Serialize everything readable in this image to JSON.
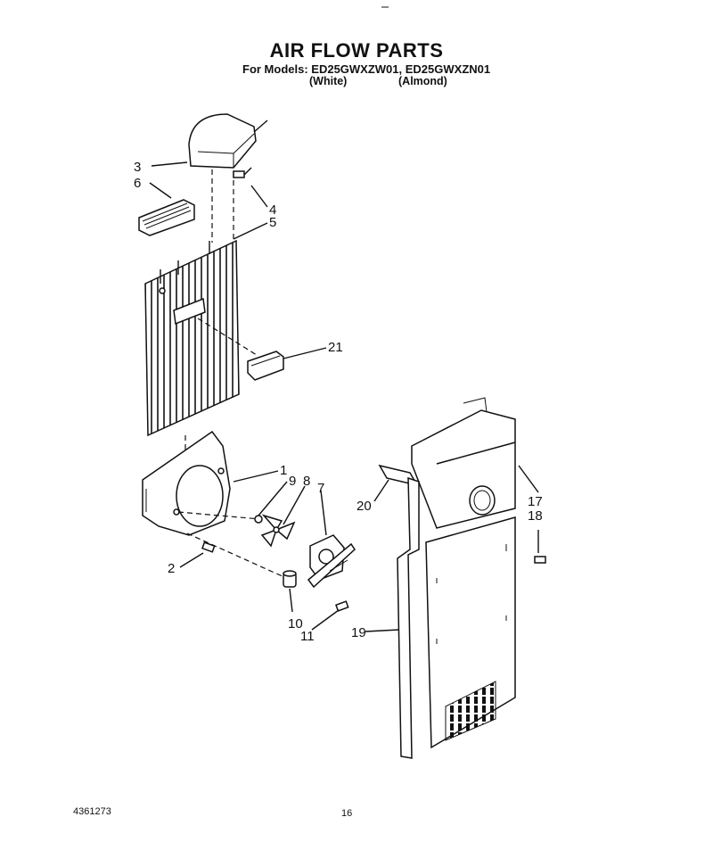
{
  "header": {
    "title": "AIR FLOW PARTS",
    "models_line": "For Models: ED25GWXZW01, ED25GWXZN01",
    "variant_white": "(White)",
    "variant_almond": "(Almond)"
  },
  "callouts": {
    "c1": "1",
    "c2": "2",
    "c3": "3",
    "c4": "4",
    "c5": "5",
    "c6": "6",
    "c7": "7",
    "c8": "8",
    "c9": "9",
    "c10": "10",
    "c11": "11",
    "c17": "17",
    "c18": "18",
    "c19": "19",
    "c20": "20",
    "c21": "21"
  },
  "footer": {
    "doc_number": "4361273",
    "page_number": "16"
  }
}
